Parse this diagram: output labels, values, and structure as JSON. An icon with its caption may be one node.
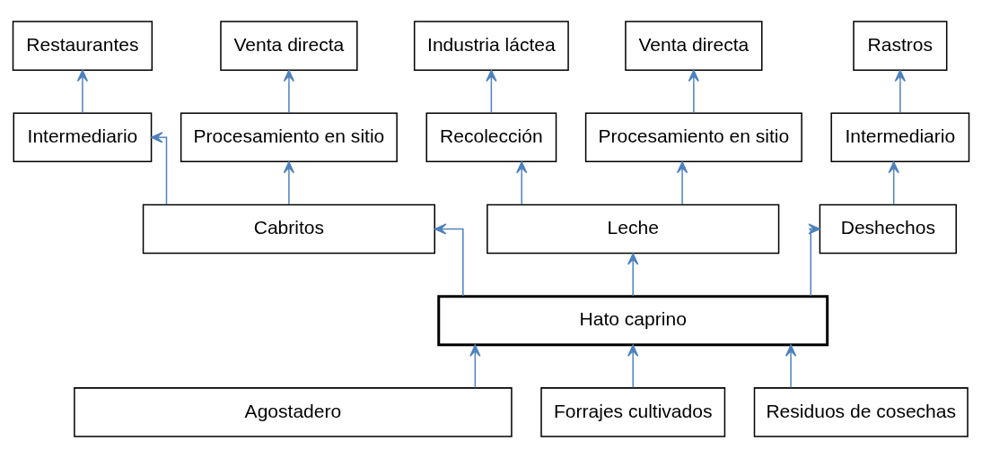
{
  "diagram": {
    "nodes": [
      {
        "text": [
          "Restaurantes"
        ]
      },
      {
        "text": [
          "Venta directa"
        ]
      },
      {
        "text": [
          "Industria láctea"
        ]
      },
      {
        "text": [
          "Venta directa"
        ]
      },
      {
        "text": [
          "Rastros"
        ]
      },
      {
        "text": [
          "Intermediario"
        ]
      },
      {
        "text": [
          "Procesamiento en sitio"
        ]
      },
      {
        "text": [
          "Recolección"
        ]
      },
      {
        "text": [
          "Procesamiento en sitio"
        ]
      },
      {
        "text": [
          "Intermediario"
        ]
      },
      {
        "text": [
          "Cabritos"
        ]
      },
      {
        "text": [
          "Leche"
        ]
      },
      {
        "text": [
          "Deshechos"
        ]
      },
      {
        "text": [
          "Hato caprino"
        ]
      },
      {
        "text": [
          "Agostadero"
        ]
      },
      {
        "text": [
          "Forrajes cultivados"
        ]
      },
      {
        "text": [
          "Residuos de cosechas"
        ]
      }
    ],
    "edges": [
      {
        "from": 5,
        "to": 0,
        "arrow": "to"
      },
      {
        "from": 6,
        "to": 1,
        "arrow": "to"
      },
      {
        "from": 7,
        "to": 2,
        "arrow": "to"
      },
      {
        "from": 8,
        "to": 3,
        "arrow": "to"
      },
      {
        "from": 9,
        "to": 4,
        "arrow": "to"
      },
      {
        "from": 10,
        "to": 5,
        "arrow": "to"
      },
      {
        "from": 10,
        "to": 6,
        "arrow": "to"
      },
      {
        "from": 11,
        "to": 7,
        "arrow": "to"
      },
      {
        "from": 11,
        "to": 8,
        "arrow": "to"
      },
      {
        "from": 12,
        "to": 9,
        "arrow": "to"
      },
      {
        "from": 13,
        "to": 10,
        "arrow": "to"
      },
      {
        "from": 13,
        "to": 11,
        "arrow": "to"
      },
      {
        "from": 13,
        "to": 12,
        "arrow": "to"
      },
      {
        "from": 14,
        "to": 13,
        "arrow": "to"
      },
      {
        "from": 15,
        "to": 13,
        "arrow": "to"
      },
      {
        "from": 16,
        "to": 13,
        "arrow": "to"
      }
    ]
  }
}
